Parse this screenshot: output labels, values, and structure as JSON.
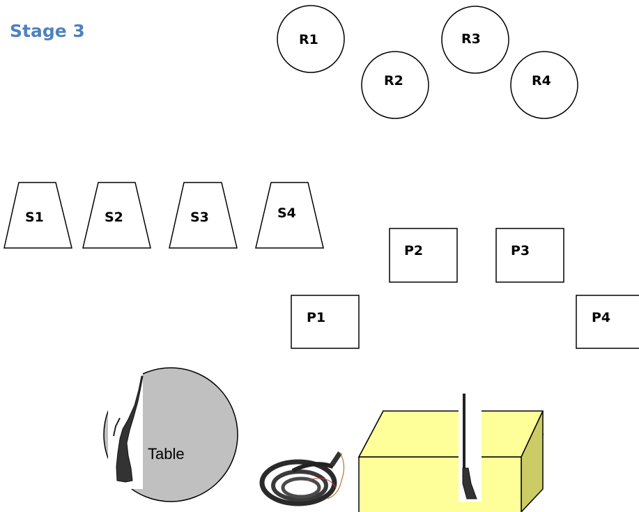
{
  "title": "Stage 3",
  "colors": {
    "title": "#4f81bd",
    "table_fill": "#c0c0c0",
    "box_front": "#ffff99",
    "box_side": "#cccc66"
  },
  "targets": {
    "r1": "R1",
    "r2": "R2",
    "r3": "R3",
    "r4": "R4",
    "s1": "S1",
    "s2": "S2",
    "s3": "S3",
    "s4": "S4",
    "p1": "P1",
    "p2": "P2",
    "p3": "P3",
    "p4": "P4"
  },
  "props": {
    "table_label": "Table",
    "icons": [
      "rifle-icon",
      "whip-icon",
      "shotgun-icon"
    ]
  }
}
